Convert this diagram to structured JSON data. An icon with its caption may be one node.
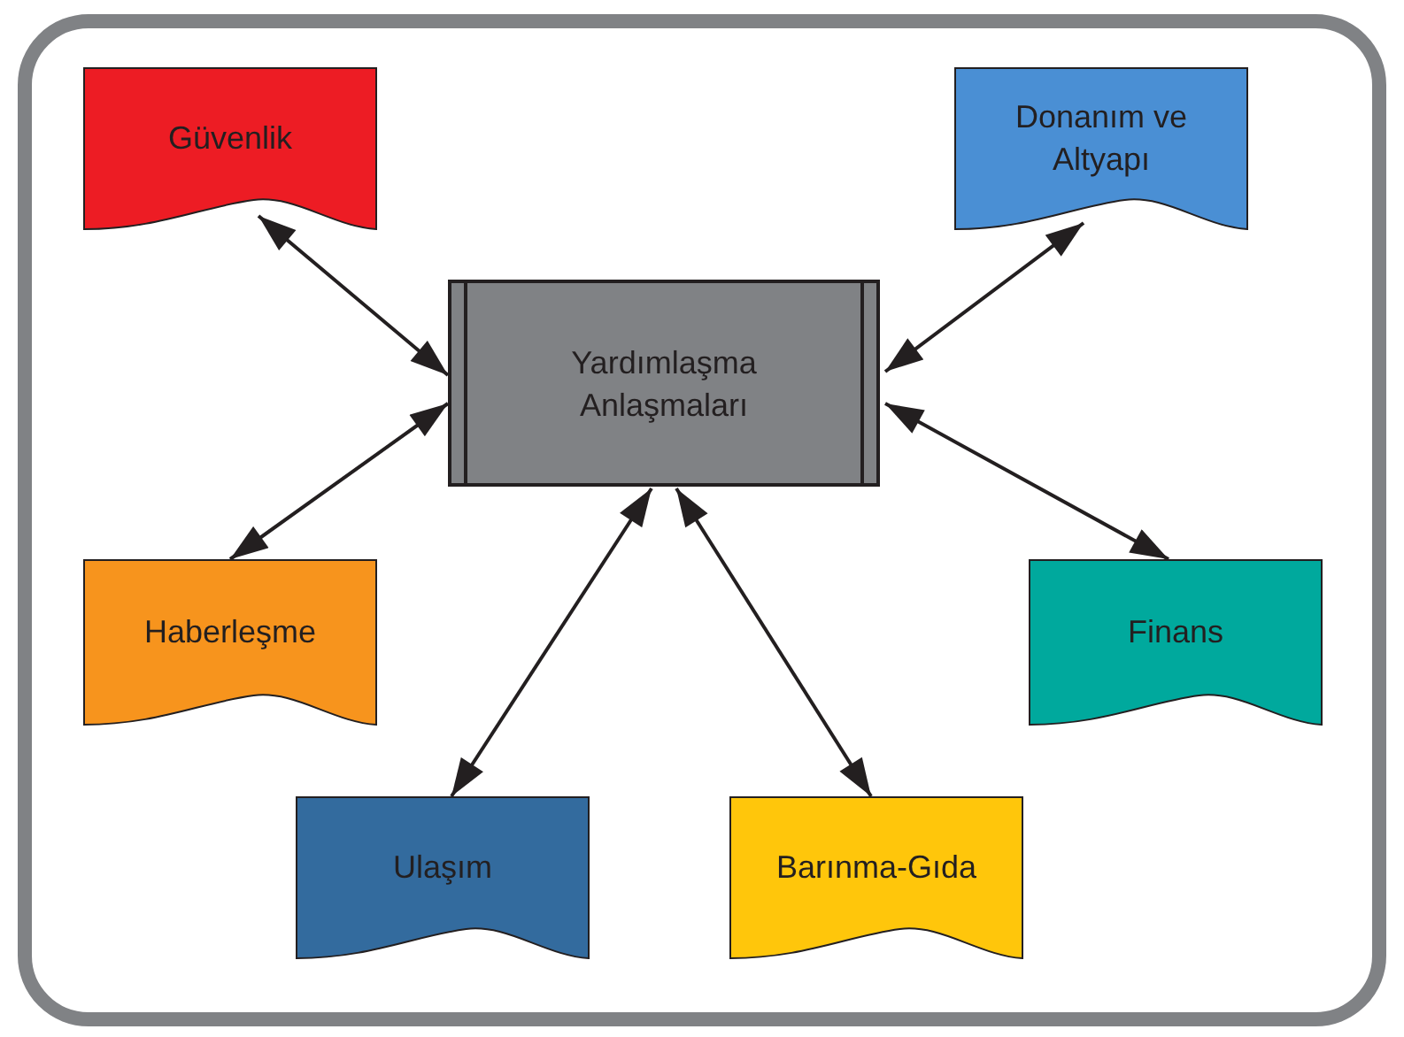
{
  "diagram": {
    "nodes": [
      {
        "text": [
          "Yardımlaşma Anlaşmaları"
        ]
      },
      {
        "text": [
          "Güvenlik"
        ]
      },
      {
        "text": [
          "Donanım ve Altyapı"
        ]
      },
      {
        "text": [
          "Haberleşme"
        ]
      },
      {
        "text": [
          "Finans"
        ]
      },
      {
        "text": [
          "Ulaşım"
        ]
      },
      {
        "text": [
          "Barınma-Gıda"
        ]
      }
    ],
    "edges": [
      {
        "from": 1,
        "to": 0,
        "arrow": "both"
      },
      {
        "from": 2,
        "to": 0,
        "arrow": "both"
      },
      {
        "from": 3,
        "to": 0,
        "arrow": "both"
      },
      {
        "from": 4,
        "to": 0,
        "arrow": "both"
      },
      {
        "from": 5,
        "to": 0,
        "arrow": "both"
      },
      {
        "from": 6,
        "to": 0,
        "arrow": "both"
      }
    ]
  }
}
